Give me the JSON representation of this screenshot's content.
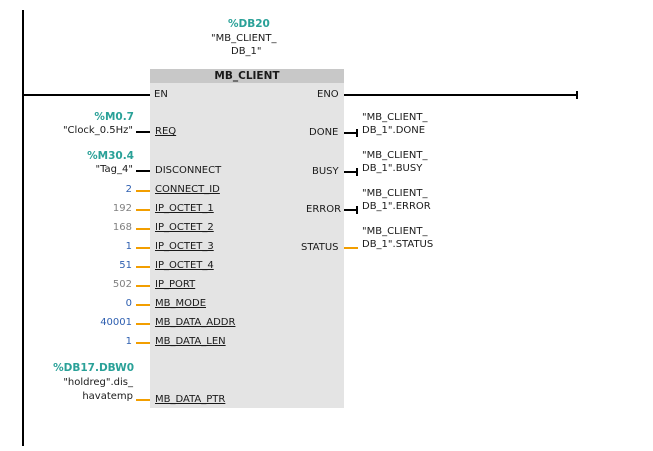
{
  "instance": {
    "address": "%DB20",
    "name_line1": "\"MB_CLIENT_",
    "name_line2": "DB_1\""
  },
  "block": {
    "title": "MB_CLIENT"
  },
  "pins": {
    "en": "EN",
    "eno": "ENO",
    "inputs": [
      {
        "name": "REQ",
        "address": "%M0.7",
        "tag": "\"Clock_0.5Hz\"",
        "value": ""
      },
      {
        "name": "DISCONNECT",
        "address": "%M30.4",
        "tag": "\"Tag_4\"",
        "value": ""
      },
      {
        "name": "CONNECT_ID",
        "value": "2"
      },
      {
        "name": "IP_OCTET_1",
        "value": "192"
      },
      {
        "name": "IP_OCTET_2",
        "value": "168"
      },
      {
        "name": "IP_OCTET_3",
        "value": "1"
      },
      {
        "name": "IP_OCTET_4",
        "value": "51"
      },
      {
        "name": "IP_PORT",
        "value": "502"
      },
      {
        "name": "MB_MODE",
        "value": "0"
      },
      {
        "name": "MB_DATA_ADDR",
        "value": "40001"
      },
      {
        "name": "MB_DATA_LEN",
        "value": "1"
      },
      {
        "name": "MB_DATA_PTR",
        "address": "%DB17.DBW0",
        "tag_line1": "\"holdreg\".dis_",
        "tag_line2": "havatemp"
      }
    ],
    "outputs": [
      {
        "name": "DONE",
        "line1": "\"MB_CLIENT_",
        "line2": "DB_1\".DONE"
      },
      {
        "name": "BUSY",
        "line1": "\"MB_CLIENT_",
        "line2": "DB_1\".BUSY"
      },
      {
        "name": "ERROR",
        "line1": "\"MB_CLIENT_",
        "line2": "DB_1\".ERROR"
      },
      {
        "name": "STATUS",
        "line1": "\"MB_CLIENT_",
        "line2": "DB_1\".STATUS"
      }
    ]
  },
  "colors": {
    "address": "#2aa198",
    "constant_blue": "#2e5fb0",
    "constant_grey": "#808080",
    "wire_orange": "#f29e00",
    "block_body": "#e4e4e4",
    "block_header": "#c8c8c8"
  }
}
